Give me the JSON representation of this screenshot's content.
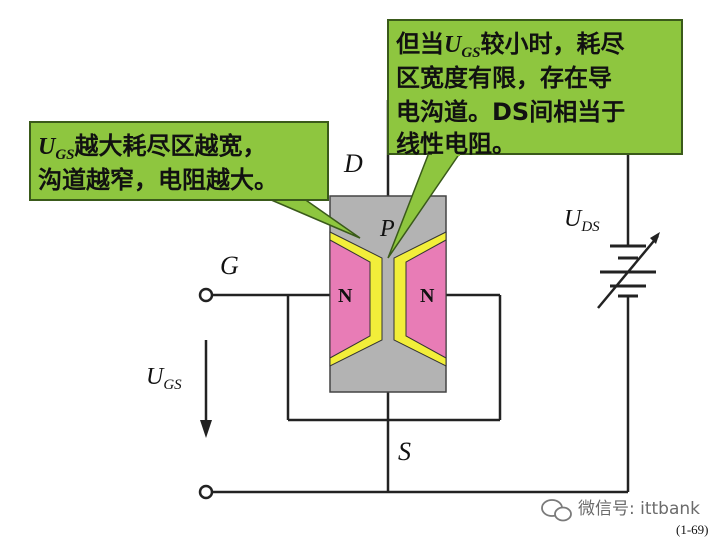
{
  "labels": {
    "drain": "D",
    "gate": "G",
    "source": "S",
    "p_region": "P",
    "n_left": "N",
    "n_right": "N",
    "ugs_main": "U",
    "ugs_sub": "GS",
    "uds_main": "U",
    "uds_sub": "DS"
  },
  "callout_left": {
    "line1_math_main": "U",
    "line1_math_sub": "GS",
    "line1_text": "越大耗尽区越宽，",
    "line2": "沟道越窄，电阻越大。"
  },
  "callout_right": {
    "line1_pre": "但当",
    "line1_math_main": "U",
    "line1_math_sub": "GS",
    "line1_post": "较小时，耗尽",
    "line2": "区宽度有限，存在导",
    "line3": "电沟道。DS间相当于",
    "line4": "线性电阻。"
  },
  "watermark": "微信号: ittbank",
  "page_number": "(1-69)",
  "colors": {
    "callout_fill": "#8ec63f",
    "callout_stroke": "#3a5a1a",
    "body_gray": "#b3b3b3",
    "n_pink": "#e87cb6",
    "depletion_yellow": "#f2ee3a",
    "wire": "#222222"
  }
}
